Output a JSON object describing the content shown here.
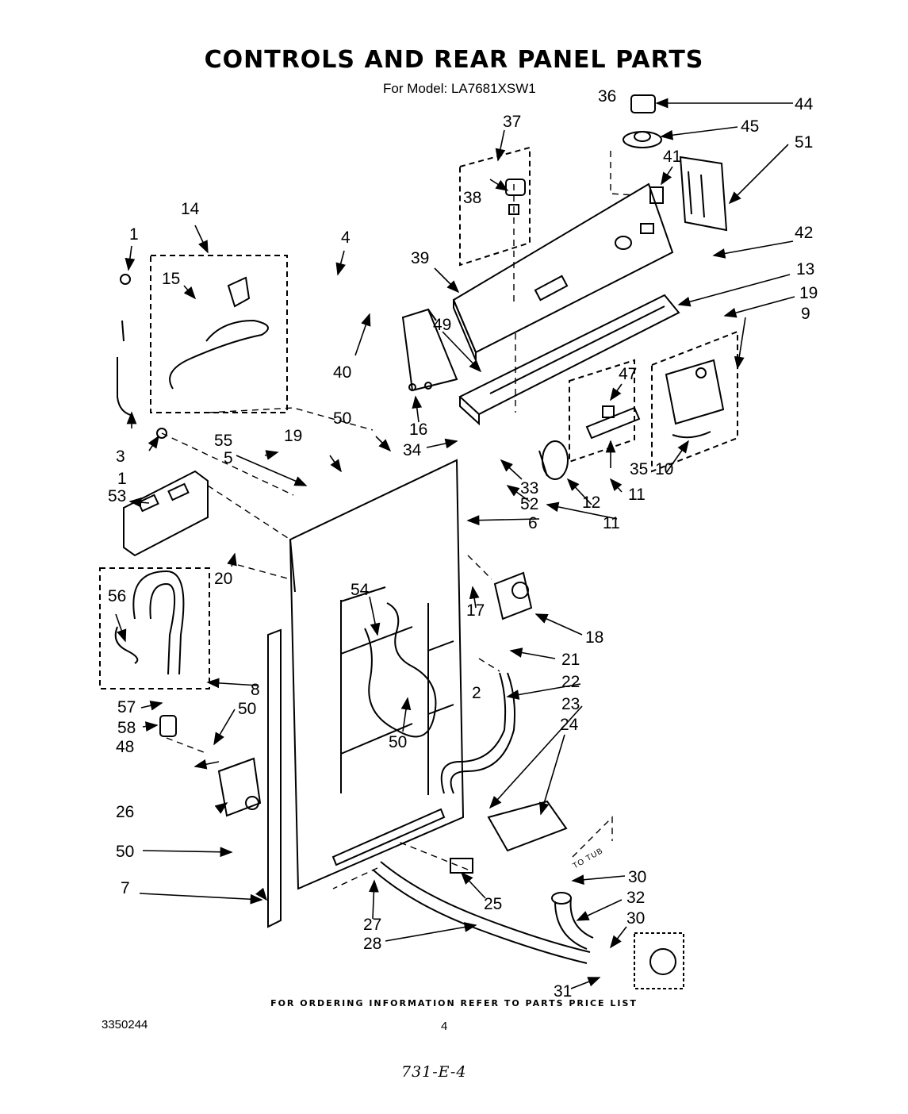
{
  "title": "CONTROLS AND REAR PANEL PARTS",
  "subtitle": "For Model: LA7681XSW1",
  "footer_note": "FOR ORDERING INFORMATION REFER TO PARTS PRICE LIST",
  "document_number": "3350244",
  "page_number": "4",
  "handwritten_note": "731-E-4",
  "callouts": {
    "c1a": "1",
    "c1b": "1",
    "c2": "2",
    "c3": "3",
    "c4": "4",
    "c5": "5",
    "c6": "6",
    "c7": "7",
    "c8": "8",
    "c9": "9",
    "c10": "10",
    "c11a": "11",
    "c11b": "11",
    "c12": "12",
    "c13": "13",
    "c14": "14",
    "c15": "15",
    "c16": "16",
    "c17": "17",
    "c18": "18",
    "c19a": "19",
    "c19b": "19",
    "c20": "20",
    "c21": "21",
    "c22": "22",
    "c23": "23",
    "c24": "24",
    "c25": "25",
    "c26": "26",
    "c27": "27",
    "c28": "28",
    "c30a": "30",
    "c30b": "30",
    "c31": "31",
    "c32": "32",
    "c33": "33",
    "c34": "34",
    "c35": "35",
    "c36": "36",
    "c37": "37",
    "c38": "38",
    "c39": "39",
    "c40": "40",
    "c41": "41",
    "c42": "42",
    "c44": "44",
    "c45": "45",
    "c47": "47",
    "c48": "48",
    "c49": "49",
    "c50a": "50",
    "c50b": "50",
    "c50c": "50",
    "c50d": "50",
    "c51": "51",
    "c52": "52",
    "c53": "53",
    "c54": "54",
    "c55": "55",
    "c56": "56",
    "c57": "57",
    "c58": "58"
  },
  "to_tub_label": "TO TUB"
}
